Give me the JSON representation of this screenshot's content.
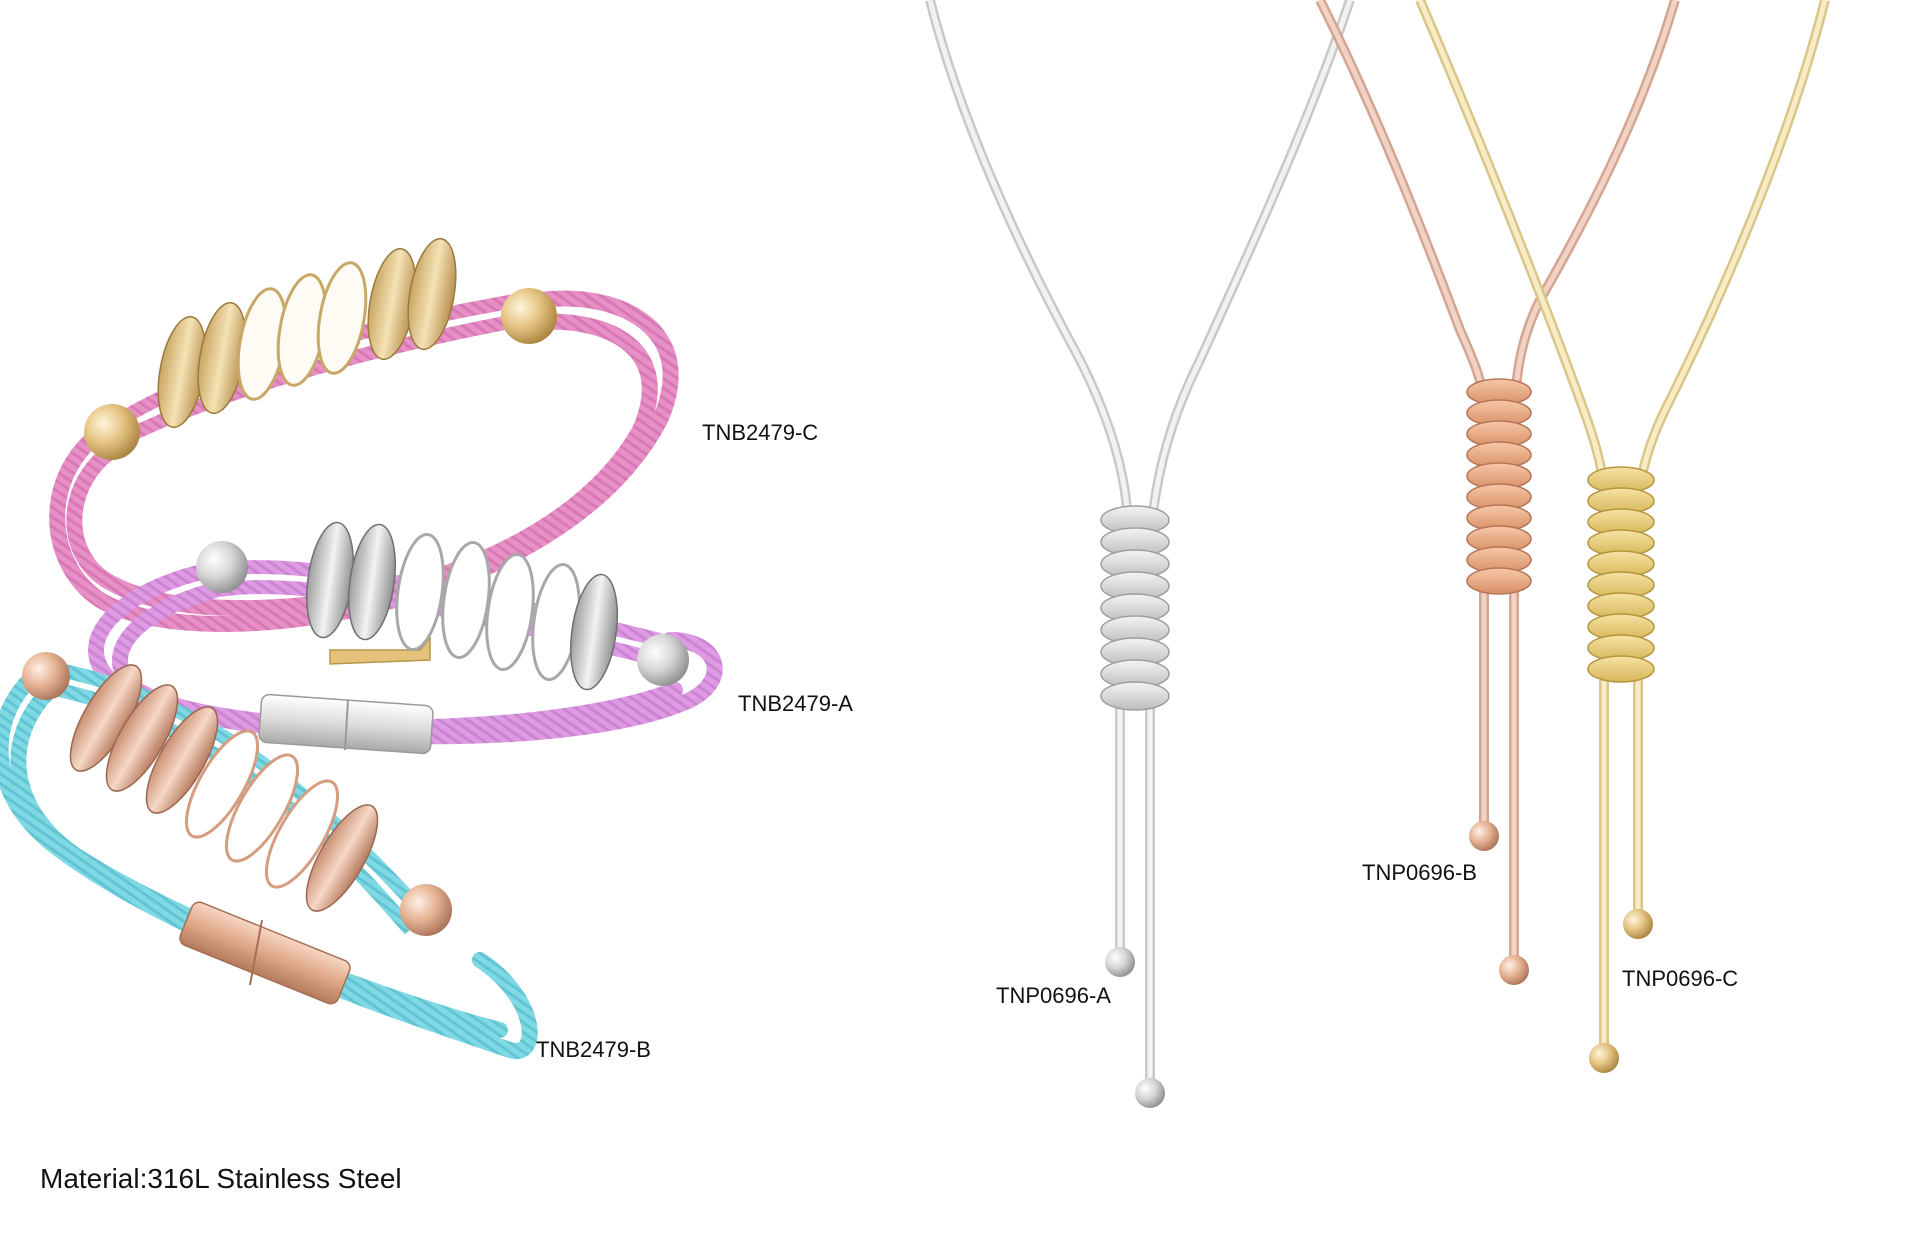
{
  "material_note": "Material:316L Stainless Steel",
  "bracelets": [
    {
      "code": "TNB2479-C",
      "cord_color": "#e690c6",
      "metal_color": "#e8c98a"
    },
    {
      "code": "TNB2479-A",
      "cord_color": "#df9ae4",
      "metal_color": "#cfcfcf"
    },
    {
      "code": "TNB2479-B",
      "cord_color": "#7fd9e4",
      "metal_color": "#e7b49a"
    }
  ],
  "necklaces": [
    {
      "code": "TNP0696-A",
      "chain_color": "#d9d9d9",
      "metal_color": "#d2d2d2"
    },
    {
      "code": "TNP0696-B",
      "chain_color": "#e5b7a4",
      "metal_color": "#efad86"
    },
    {
      "code": "TNP0696-C",
      "chain_color": "#eddca0",
      "metal_color": "#ebcf77"
    }
  ]
}
